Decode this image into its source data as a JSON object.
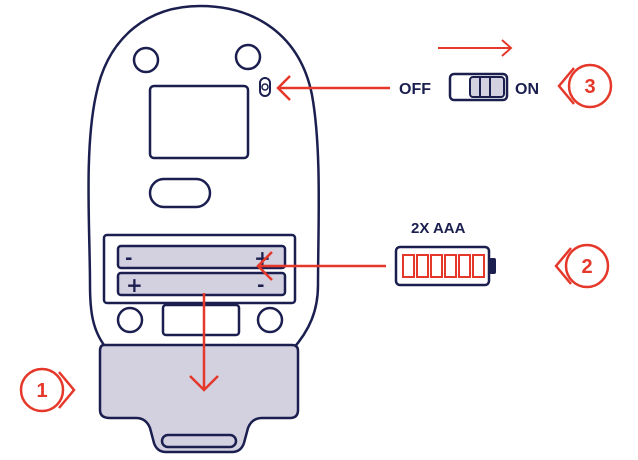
{
  "colors": {
    "outline": "#1b1f4f",
    "accent": "#e5382a",
    "battery_fill": "#d3d1e0",
    "cover_fill": "#d3d1e0"
  },
  "switch": {
    "off_label": "OFF",
    "on_label": "ON"
  },
  "battery": {
    "spec_label": "2X AAA",
    "fill_level": 1.0
  },
  "cells": {
    "top": {
      "minus": "-",
      "plus": "+"
    },
    "bottom": {
      "plus": "+",
      "minus": "-"
    }
  },
  "callouts": [
    {
      "number": "1",
      "refers_to": "battery-cover"
    },
    {
      "number": "2",
      "refers_to": "batteries"
    },
    {
      "number": "3",
      "refers_to": "power-switch"
    }
  ],
  "icons": [
    "arrow-right-icon",
    "arrow-left-icon",
    "arrow-down-icon",
    "battery-icon",
    "switch-icon"
  ]
}
